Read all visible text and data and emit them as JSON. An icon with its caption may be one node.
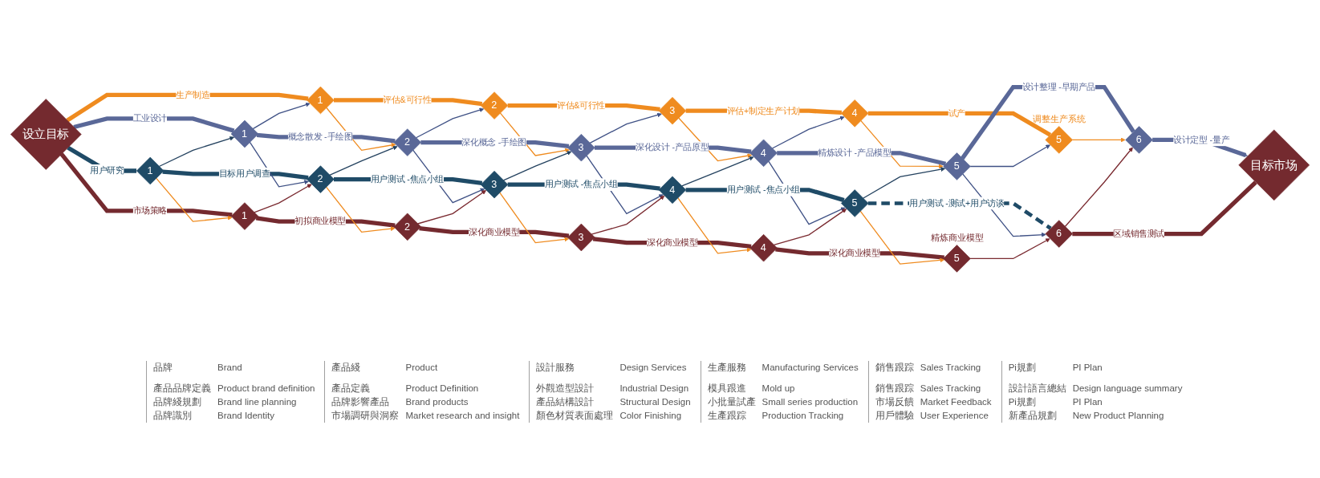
{
  "diagram": {
    "nodes": [
      {
        "text": [
          "设立目标"
        ]
      },
      {
        "text": [
          "1"
        ]
      },
      {
        "text": [
          "2"
        ]
      },
      {
        "text": [
          "3"
        ]
      },
      {
        "text": [
          "4"
        ]
      },
      {
        "text": [
          "5"
        ],
        "beside": [
          "调整生产系统"
        ]
      },
      {
        "text": [
          "1"
        ]
      },
      {
        "text": [
          "2"
        ]
      },
      {
        "text": [
          "3"
        ]
      },
      {
        "text": [
          "4"
        ]
      },
      {
        "text": [
          "5"
        ]
      },
      {
        "text": [
          "6"
        ]
      },
      {
        "text": [
          "1"
        ]
      },
      {
        "text": [
          "2"
        ]
      },
      {
        "text": [
          "3"
        ]
      },
      {
        "text": [
          "4"
        ]
      },
      {
        "text": [
          "5"
        ]
      },
      {
        "text": [
          "1"
        ]
      },
      {
        "text": [
          "2"
        ]
      },
      {
        "text": [
          "3"
        ]
      },
      {
        "text": [
          "4"
        ]
      },
      {
        "text": [
          "5"
        ],
        "beside": [
          "精炼商业模型"
        ]
      },
      {
        "text": [
          "6"
        ]
      },
      {
        "text": [
          "目标市场"
        ]
      }
    ],
    "edges": [
      {
        "from": 0,
        "to": 1,
        "arrow": "none",
        "label": "生产制造",
        "style": "thick",
        "color": "#ef8b1f"
      },
      {
        "from": 1,
        "to": 2,
        "arrow": "none",
        "label": "评估&可行性",
        "style": "thick",
        "color": "#ef8b1f"
      },
      {
        "from": 2,
        "to": 3,
        "arrow": "none",
        "label": "评估&可行性",
        "style": "thick",
        "color": "#ef8b1f"
      },
      {
        "from": 3,
        "to": 4,
        "arrow": "none",
        "label": "评估+制定生产计划",
        "style": "thick",
        "color": "#ef8b1f"
      },
      {
        "from": 4,
        "to": 5,
        "arrow": "none",
        "label": "试产",
        "style": "thick",
        "color": "#ef8b1f"
      },
      {
        "from": 0,
        "to": 6,
        "arrow": "none",
        "label": "工业设计",
        "style": "thick",
        "color": "#5a6898"
      },
      {
        "from": 6,
        "to": 7,
        "arrow": "none",
        "label": "概念散发 -手绘图",
        "style": "thick",
        "color": "#5a6898"
      },
      {
        "from": 7,
        "to": 8,
        "arrow": "none",
        "label": "深化概念 -手绘图",
        "style": "thick",
        "color": "#5a6898"
      },
      {
        "from": 8,
        "to": 9,
        "arrow": "none",
        "label": "深化设计 -产品原型",
        "style": "thick",
        "color": "#5a6898"
      },
      {
        "from": 9,
        "to": 10,
        "arrow": "none",
        "label": "精炼设计 -产品模型",
        "style": "thick",
        "color": "#5a6898"
      },
      {
        "from": 10,
        "to": 11,
        "arrow": "none",
        "label": "设计整理 -早期产品",
        "style": "thick",
        "color": "#5a6898"
      },
      {
        "from": 11,
        "to": 23,
        "arrow": "to",
        "label": "设计定型 -量产",
        "style": "thick",
        "color": "#5a6898"
      },
      {
        "from": 0,
        "to": 12,
        "arrow": "none",
        "label": "用户研究",
        "style": "thick",
        "color": "#1f4b67"
      },
      {
        "from": 12,
        "to": 13,
        "arrow": "none",
        "label": "目标用户调查",
        "style": "thick",
        "color": "#1f4b67"
      },
      {
        "from": 13,
        "to": 14,
        "arrow": "none",
        "label": "用户测试 -焦点小组",
        "style": "thick",
        "color": "#1f4b67"
      },
      {
        "from": 14,
        "to": 15,
        "arrow": "none",
        "label": "用户测试 -焦点小组",
        "style": "thick",
        "color": "#1f4b67"
      },
      {
        "from": 15,
        "to": 16,
        "arrow": "none",
        "label": "用户测试 -焦点小组",
        "style": "thick",
        "color": "#1f4b67"
      },
      {
        "from": 16,
        "to": 22,
        "arrow": "none",
        "label": "用户测试 -测试+用户访谈",
        "style": "dashed",
        "color": "#1f4b67"
      },
      {
        "from": 0,
        "to": 17,
        "arrow": "none",
        "label": "市场策略",
        "style": "thick",
        "color": "#742a2f"
      },
      {
        "from": 17,
        "to": 18,
        "arrow": "none",
        "label": "初拟商业模型",
        "style": "thick",
        "color": "#742a2f"
      },
      {
        "from": 18,
        "to": 19,
        "arrow": "none",
        "label": "深化商业模型",
        "style": "thick",
        "color": "#742a2f"
      },
      {
        "from": 19,
        "to": 20,
        "arrow": "none",
        "label": "深化商业模型",
        "style": "thick",
        "color": "#742a2f"
      },
      {
        "from": 20,
        "to": 21,
        "arrow": "none",
        "label": "深化商业模型",
        "style": "thick",
        "color": "#742a2f"
      },
      {
        "from": 22,
        "to": 23,
        "arrow": "none",
        "label": "区域销售测试",
        "style": "thick",
        "color": "#742a2f"
      },
      {
        "from": 12,
        "to": 6,
        "arrow": "to",
        "color": "#24425f"
      },
      {
        "from": 6,
        "to": 1,
        "arrow": "to",
        "color": "#3f5185"
      },
      {
        "from": 6,
        "to": 13,
        "arrow": "to",
        "color": "#3f5185"
      },
      {
        "from": 12,
        "to": 17,
        "arrow": "to",
        "color": "#ef8b1f"
      },
      {
        "from": 17,
        "to": 13,
        "arrow": "to",
        "color": "#7a2a30"
      },
      {
        "from": 1,
        "to": 7,
        "arrow": "to",
        "color": "#ef8b1f"
      },
      {
        "from": 13,
        "to": 7,
        "arrow": "to",
        "color": "#24425f"
      },
      {
        "from": 7,
        "to": 2,
        "arrow": "to",
        "color": "#3f5185"
      },
      {
        "from": 7,
        "to": 14,
        "arrow": "to",
        "color": "#3f5185"
      },
      {
        "from": 13,
        "to": 18,
        "arrow": "to",
        "color": "#ef8b1f"
      },
      {
        "from": 18,
        "to": 14,
        "arrow": "to",
        "color": "#7a2a30"
      },
      {
        "from": 2,
        "to": 8,
        "arrow": "to",
        "color": "#ef8b1f"
      },
      {
        "from": 14,
        "to": 8,
        "arrow": "to",
        "color": "#24425f"
      },
      {
        "from": 8,
        "to": 3,
        "arrow": "to",
        "color": "#3f5185"
      },
      {
        "from": 8,
        "to": 15,
        "arrow": "to",
        "color": "#3f5185"
      },
      {
        "from": 14,
        "to": 19,
        "arrow": "to",
        "color": "#ef8b1f"
      },
      {
        "from": 19,
        "to": 15,
        "arrow": "to",
        "color": "#7a2a30"
      },
      {
        "from": 3,
        "to": 9,
        "arrow": "to",
        "color": "#ef8b1f"
      },
      {
        "from": 15,
        "to": 9,
        "arrow": "to",
        "color": "#24425f"
      },
      {
        "from": 9,
        "to": 4,
        "arrow": "to",
        "color": "#3f5185"
      },
      {
        "from": 9,
        "to": 16,
        "arrow": "to",
        "color": "#3f5185"
      },
      {
        "from": 15,
        "to": 20,
        "arrow": "to",
        "color": "#ef8b1f"
      },
      {
        "from": 20,
        "to": 16,
        "arrow": "to",
        "color": "#7a2a30"
      },
      {
        "from": 4,
        "to": 10,
        "arrow": "to",
        "color": "#ef8b1f"
      },
      {
        "from": 16,
        "to": 10,
        "arrow": "to",
        "color": "#24425f"
      },
      {
        "from": 10,
        "to": 5,
        "arrow": "to",
        "color": "#3f5185"
      },
      {
        "from": 10,
        "to": 22,
        "arrow": "to",
        "color": "#3f5185"
      },
      {
        "from": 16,
        "to": 21,
        "arrow": "to",
        "color": "#ef8b1f"
      },
      {
        "from": 21,
        "to": 22,
        "arrow": "to",
        "color": "#7a2a30"
      },
      {
        "from": 5,
        "to": 11,
        "arrow": "to",
        "color": "#ef8b1f"
      },
      {
        "from": 22,
        "to": 11,
        "arrow": "to",
        "color": "#7a2a30"
      }
    ],
    "labels": [
      "品牌",
      "Brand",
      "產品綫",
      "Product",
      "設計服務",
      "Design Services",
      "生產服務",
      "Manufacturing Services",
      "銷售跟踪",
      "Sales Tracking",
      "Pi規劃",
      "PI Plan",
      "產品品牌定義",
      "Product brand definition",
      "產品定義",
      "Product Definition",
      "外觀造型設計",
      "Industrial Design",
      "模具跟進",
      "Mold up",
      "銷售跟踪",
      "Sales Tracking",
      "設計語言總結",
      "Design language summary",
      "品牌綫規劃",
      "Brand line planning",
      "品牌影響產品",
      "Brand products",
      "產品結構設計",
      "Structural Design",
      "小批量試產",
      "Small series production",
      "市場反饋",
      "Market Feedback",
      "Pi規劃",
      "PI Plan",
      "品牌識別",
      "Brand Identity",
      "市場調研與洞察",
      "Market research and insight",
      "顏色材質表面處理",
      "Color Finishing",
      "生產跟踪",
      "Production Tracking",
      "用戶體驗",
      "User Experience",
      "新產品規劃",
      "New Product Planning"
    ]
  }
}
